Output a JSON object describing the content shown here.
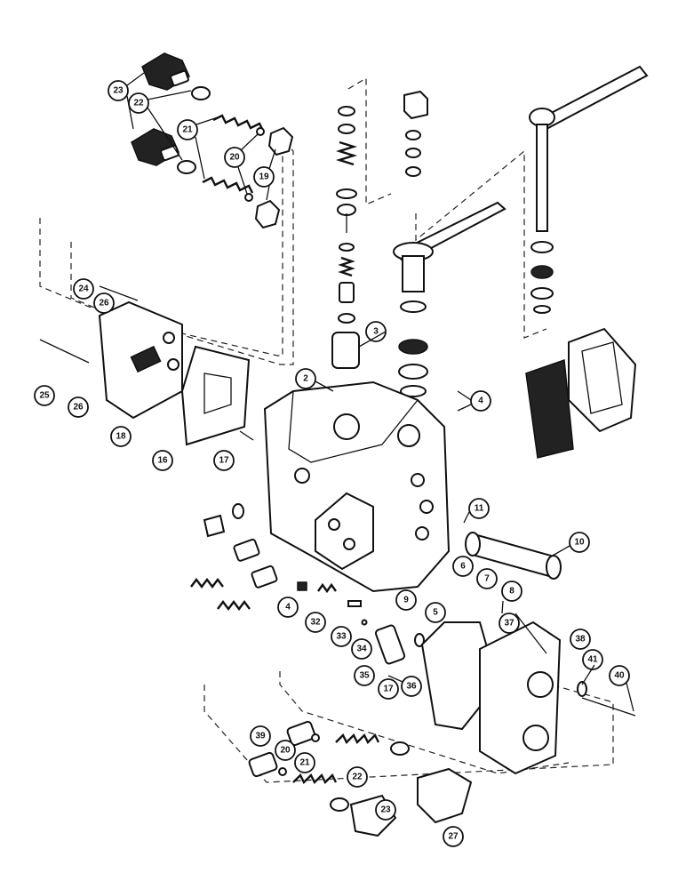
{
  "diagram": {
    "callouts": [
      {
        "id": "c23a",
        "text": "23"
      },
      {
        "id": "c22a",
        "text": "22"
      },
      {
        "id": "c21a",
        "text": "21"
      },
      {
        "id": "c20a",
        "text": "20"
      },
      {
        "id": "c19",
        "text": "19"
      },
      {
        "id": "c24",
        "text": "24"
      },
      {
        "id": "c26a",
        "text": "26"
      },
      {
        "id": "c25",
        "text": "25"
      },
      {
        "id": "c26b",
        "text": "26"
      },
      {
        "id": "c18",
        "text": "18"
      },
      {
        "id": "c16",
        "text": "16"
      },
      {
        "id": "c17a",
        "text": "17"
      },
      {
        "id": "c3",
        "text": "3"
      },
      {
        "id": "c2",
        "text": "2"
      },
      {
        "id": "c4a",
        "text": "4"
      },
      {
        "id": "c11",
        "text": "11"
      },
      {
        "id": "c10",
        "text": "10"
      },
      {
        "id": "c6",
        "text": "6"
      },
      {
        "id": "c7",
        "text": "7"
      },
      {
        "id": "c8",
        "text": "8"
      },
      {
        "id": "c9",
        "text": "9"
      },
      {
        "id": "c5",
        "text": "5"
      },
      {
        "id": "c4b",
        "text": "4"
      },
      {
        "id": "c32",
        "text": "32"
      },
      {
        "id": "c33",
        "text": "33"
      },
      {
        "id": "c34",
        "text": "34"
      },
      {
        "id": "c35",
        "text": "35"
      },
      {
        "id": "c36",
        "text": "36"
      },
      {
        "id": "c37",
        "text": "37"
      },
      {
        "id": "c17b",
        "text": "17"
      },
      {
        "id": "c38",
        "text": "38"
      },
      {
        "id": "c41",
        "text": "41"
      },
      {
        "id": "c40",
        "text": "40"
      },
      {
        "id": "c39",
        "text": "39"
      },
      {
        "id": "c20b",
        "text": "20"
      },
      {
        "id": "c21b",
        "text": "21"
      },
      {
        "id": "c22b",
        "text": "22"
      },
      {
        "id": "c23b",
        "text": "23"
      },
      {
        "id": "c27",
        "text": "27"
      }
    ]
  }
}
